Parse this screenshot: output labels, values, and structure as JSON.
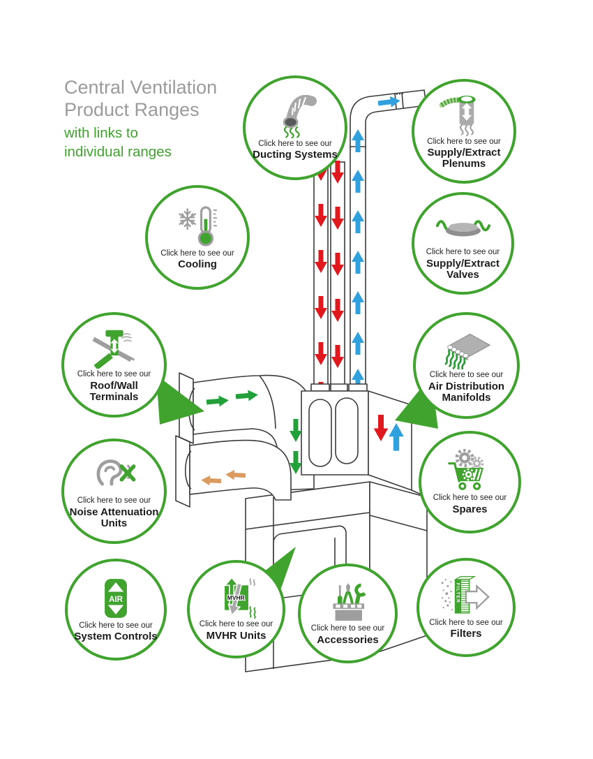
{
  "header": {
    "title_line1": "Central Ventilation",
    "title_line2": "Product Ranges",
    "subtitle_line1": "with links to",
    "subtitle_line2": "individual ranges"
  },
  "cta": "Click here to see our",
  "icon_text": {
    "air": "AIR",
    "mvhr": "MVHR",
    "filter": "FILTER"
  },
  "circles": {
    "ducting": {
      "label": "Ducting Systems",
      "icon": "flexible-duct-icon"
    },
    "plenums": {
      "label": "Supply/Extract Plenums",
      "icon": "plenum-icon"
    },
    "cooling": {
      "label": "Cooling",
      "icon": "thermometer-snowflake-icon"
    },
    "valves": {
      "label": "Supply/Extract Valves",
      "icon": "ceiling-valve-icon"
    },
    "roof_wall": {
      "label": "Roof/Wall Terminals",
      "icon": "roof-terminal-icon"
    },
    "air_dist": {
      "label": "Air Distribution Manifolds",
      "icon": "manifold-icon"
    },
    "noise": {
      "label": "Noise Attenuation Units",
      "icon": "ear-noise-icon"
    },
    "spares": {
      "label": "Spares",
      "icon": "cart-gears-icon"
    },
    "controls": {
      "label": "System Controls",
      "icon": "air-arrows-icon"
    },
    "mvhr": {
      "label": "MVHR Units",
      "icon": "mvhr-arrows-icon"
    },
    "accessories": {
      "label": "Accessories",
      "icon": "tools-icon"
    },
    "filters": {
      "label": "Filters",
      "icon": "filter-arrow-icon"
    }
  },
  "colors": {
    "green": "#3FA32E",
    "flow_green": "#23A03A",
    "red": "#E0191F",
    "blue": "#31A1DE",
    "orange": "#DB9A5F",
    "gray": "#9A9A9A"
  }
}
